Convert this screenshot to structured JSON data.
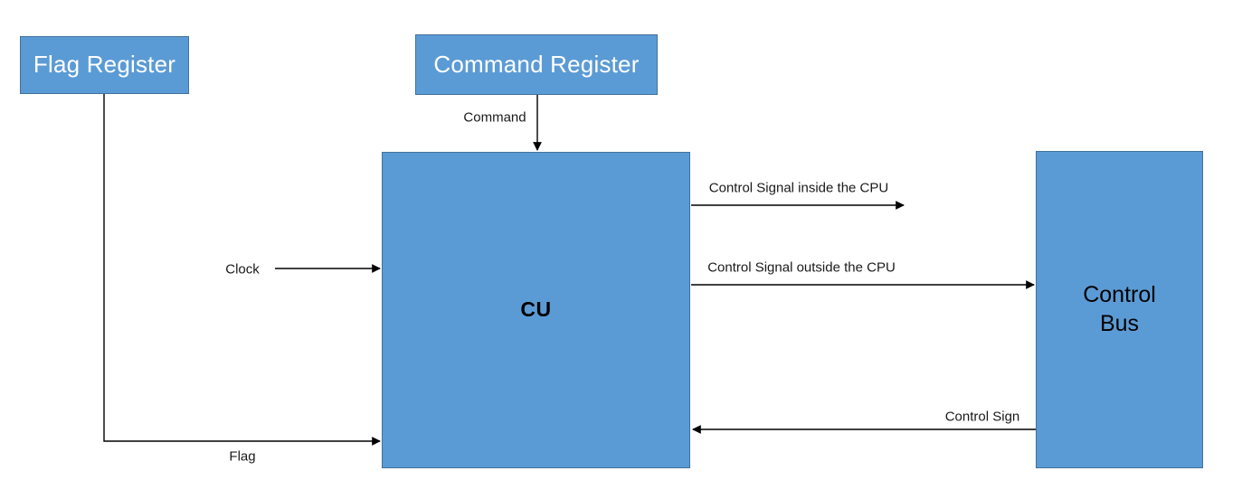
{
  "diagram": {
    "title": "CU (Control Unit) block diagram",
    "colors": {
      "node_fill": "#5B9BD5",
      "node_border": "#41719C",
      "node_text_light": "#FFFFFF",
      "node_text_dark": "#000000",
      "edge": "#000000",
      "background": "#FFFFFF"
    },
    "nodes": {
      "flag_register": {
        "label": "Flag Register"
      },
      "command_register": {
        "label": "Command Register"
      },
      "cu": {
        "label": "CU"
      },
      "control_bus": {
        "label": "Control\nBus"
      }
    },
    "edges": [
      {
        "label": "Command",
        "from": "command_register",
        "to": "cu",
        "direction": "down"
      },
      {
        "label": "Clock",
        "from": "external",
        "to": "cu",
        "direction": "right"
      },
      {
        "label": "Flag",
        "from": "flag_register",
        "to": "cu",
        "direction": "right"
      },
      {
        "label": "Control Signal inside the CPU",
        "from": "cu",
        "to": "external",
        "direction": "right"
      },
      {
        "label": "Control Signal outside the CPU",
        "from": "cu",
        "to": "control_bus",
        "direction": "right"
      },
      {
        "label": "Control Sign",
        "from": "control_bus",
        "to": "cu",
        "direction": "left"
      }
    ],
    "edge_labels": {
      "command": "Command",
      "clock": "Clock",
      "flag": "Flag",
      "control_signal_inside": "Control Signal inside the CPU",
      "control_signal_outside": "Control Signal outside the CPU",
      "control_sign": "Control Sign"
    }
  }
}
